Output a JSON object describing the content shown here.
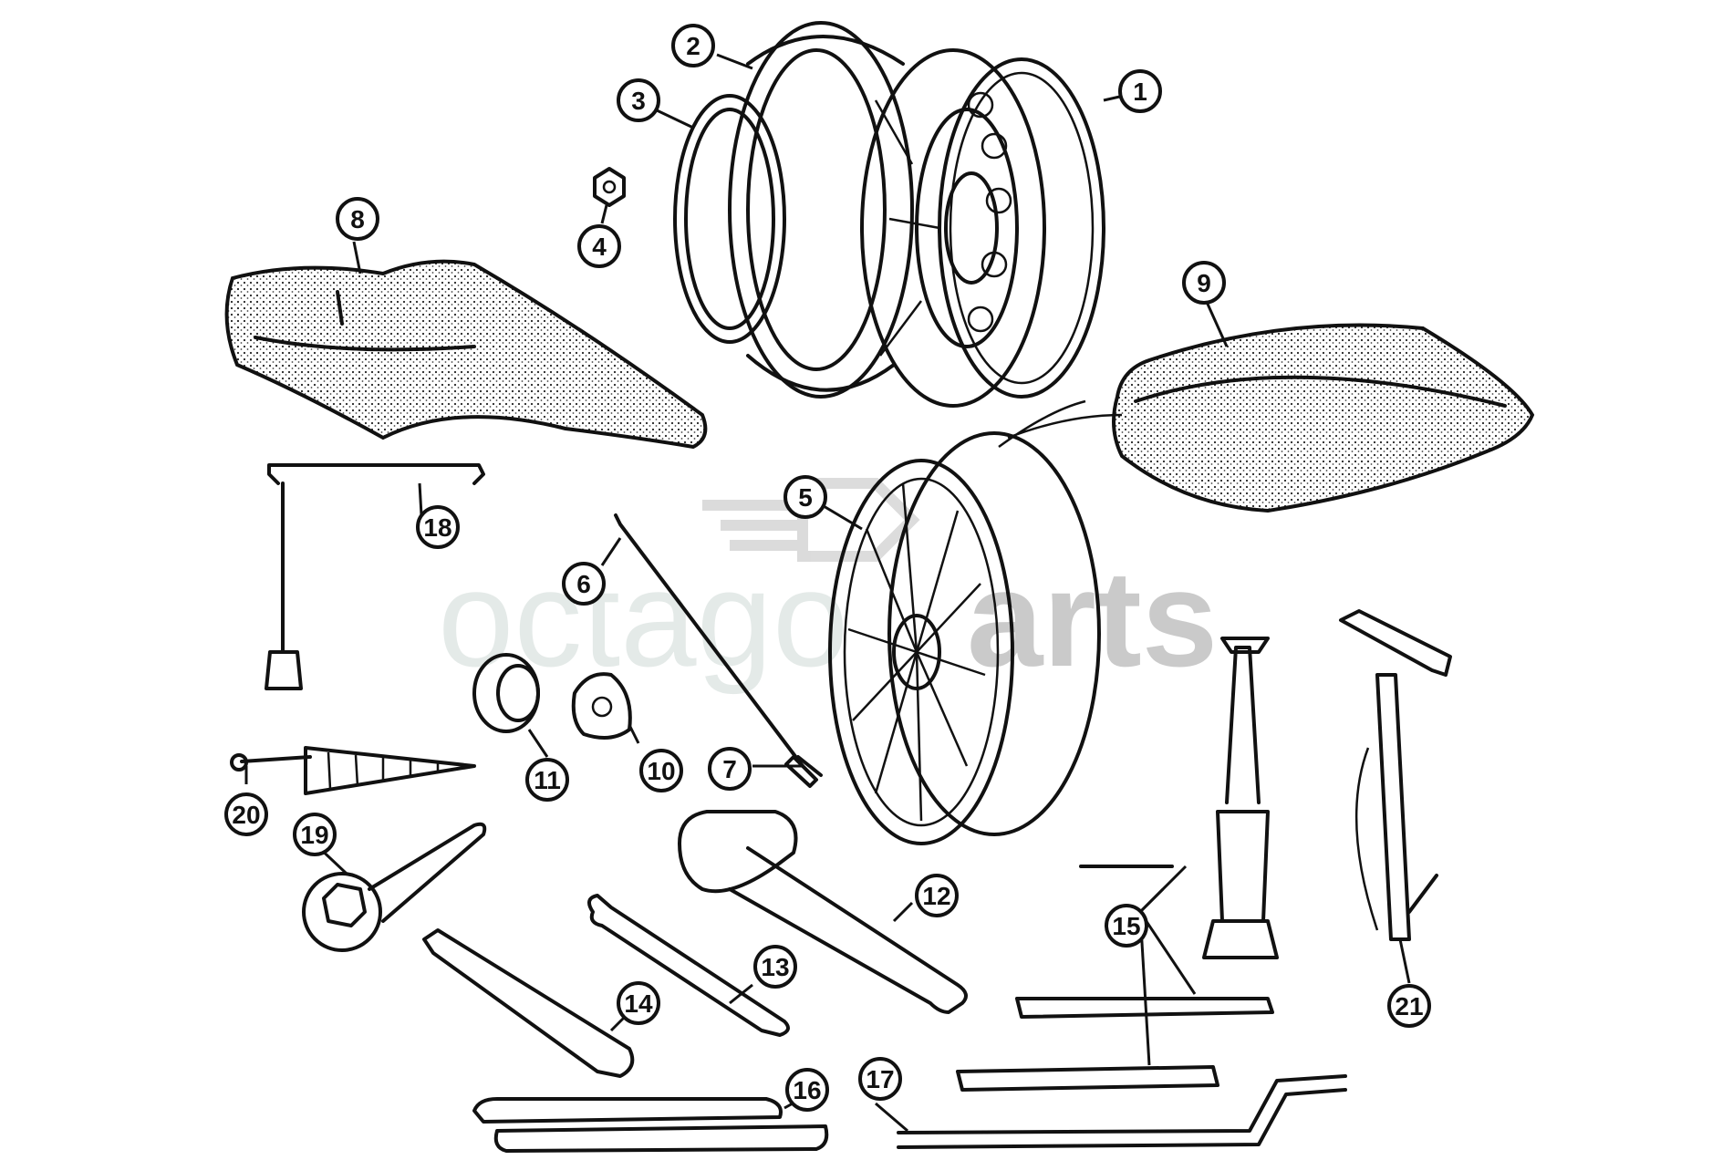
{
  "watermark": {
    "light": "octago",
    "dark": "arts"
  },
  "colors": {
    "line": "#111111",
    "background": "#ffffff",
    "watermark_light": "#8aa39a",
    "watermark_dark": "#6b6b6b"
  },
  "callouts": [
    "1",
    "2",
    "3",
    "4",
    "5",
    "6",
    "7",
    "8",
    "9",
    "10",
    "11",
    "12",
    "13",
    "14",
    "15",
    "16",
    "17",
    "18",
    "19",
    "20",
    "21"
  ]
}
